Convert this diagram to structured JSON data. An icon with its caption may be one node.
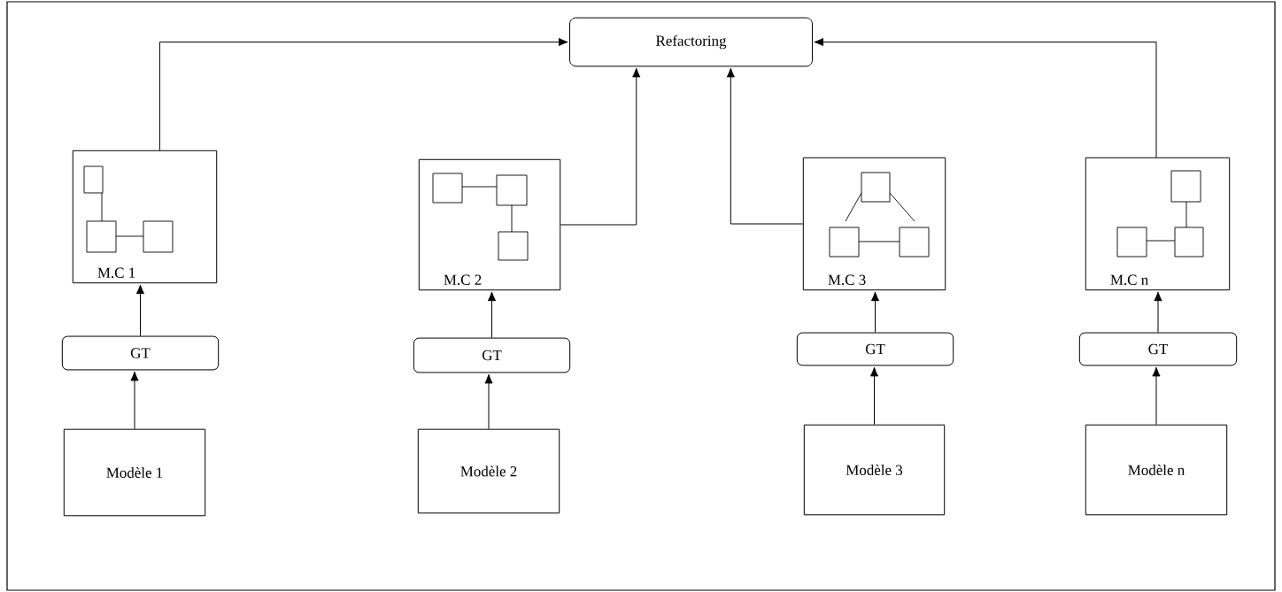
{
  "diagram": {
    "nodes": [
      {
        "text": [
          "Refactoring"
        ]
      },
      {
        "text": [
          "M.C 1"
        ]
      },
      {
        "text": [
          "M.C 2"
        ]
      },
      {
        "text": [
          "M.C 3"
        ]
      },
      {
        "text": [
          "M.C n"
        ]
      },
      {
        "text": [
          "GT"
        ]
      },
      {
        "text": [
          "GT"
        ]
      },
      {
        "text": [
          "GT"
        ]
      },
      {
        "text": [
          "GT"
        ]
      },
      {
        "text": [
          "Modèle 1"
        ]
      },
      {
        "text": [
          "Modèle 2"
        ]
      },
      {
        "text": [
          "Modèle 3"
        ]
      },
      {
        "text": [
          "Modèle n"
        ]
      }
    ],
    "edges": [
      {
        "from": 9,
        "to": 5,
        "arrow": "to"
      },
      {
        "from": 5,
        "to": 1,
        "arrow": "to"
      },
      {
        "from": 1,
        "to": 0,
        "arrow": "to"
      },
      {
        "from": 10,
        "to": 6,
        "arrow": "to"
      },
      {
        "from": 6,
        "to": 2,
        "arrow": "to"
      },
      {
        "from": 2,
        "to": 0,
        "arrow": "to"
      },
      {
        "from": 11,
        "to": 7,
        "arrow": "to"
      },
      {
        "from": 7,
        "to": 3,
        "arrow": "to"
      },
      {
        "from": 3,
        "to": 0,
        "arrow": "to"
      },
      {
        "from": 12,
        "to": 8,
        "arrow": "to"
      },
      {
        "from": 8,
        "to": 4,
        "arrow": "to"
      },
      {
        "from": 4,
        "to": 0,
        "arrow": "to"
      }
    ]
  }
}
